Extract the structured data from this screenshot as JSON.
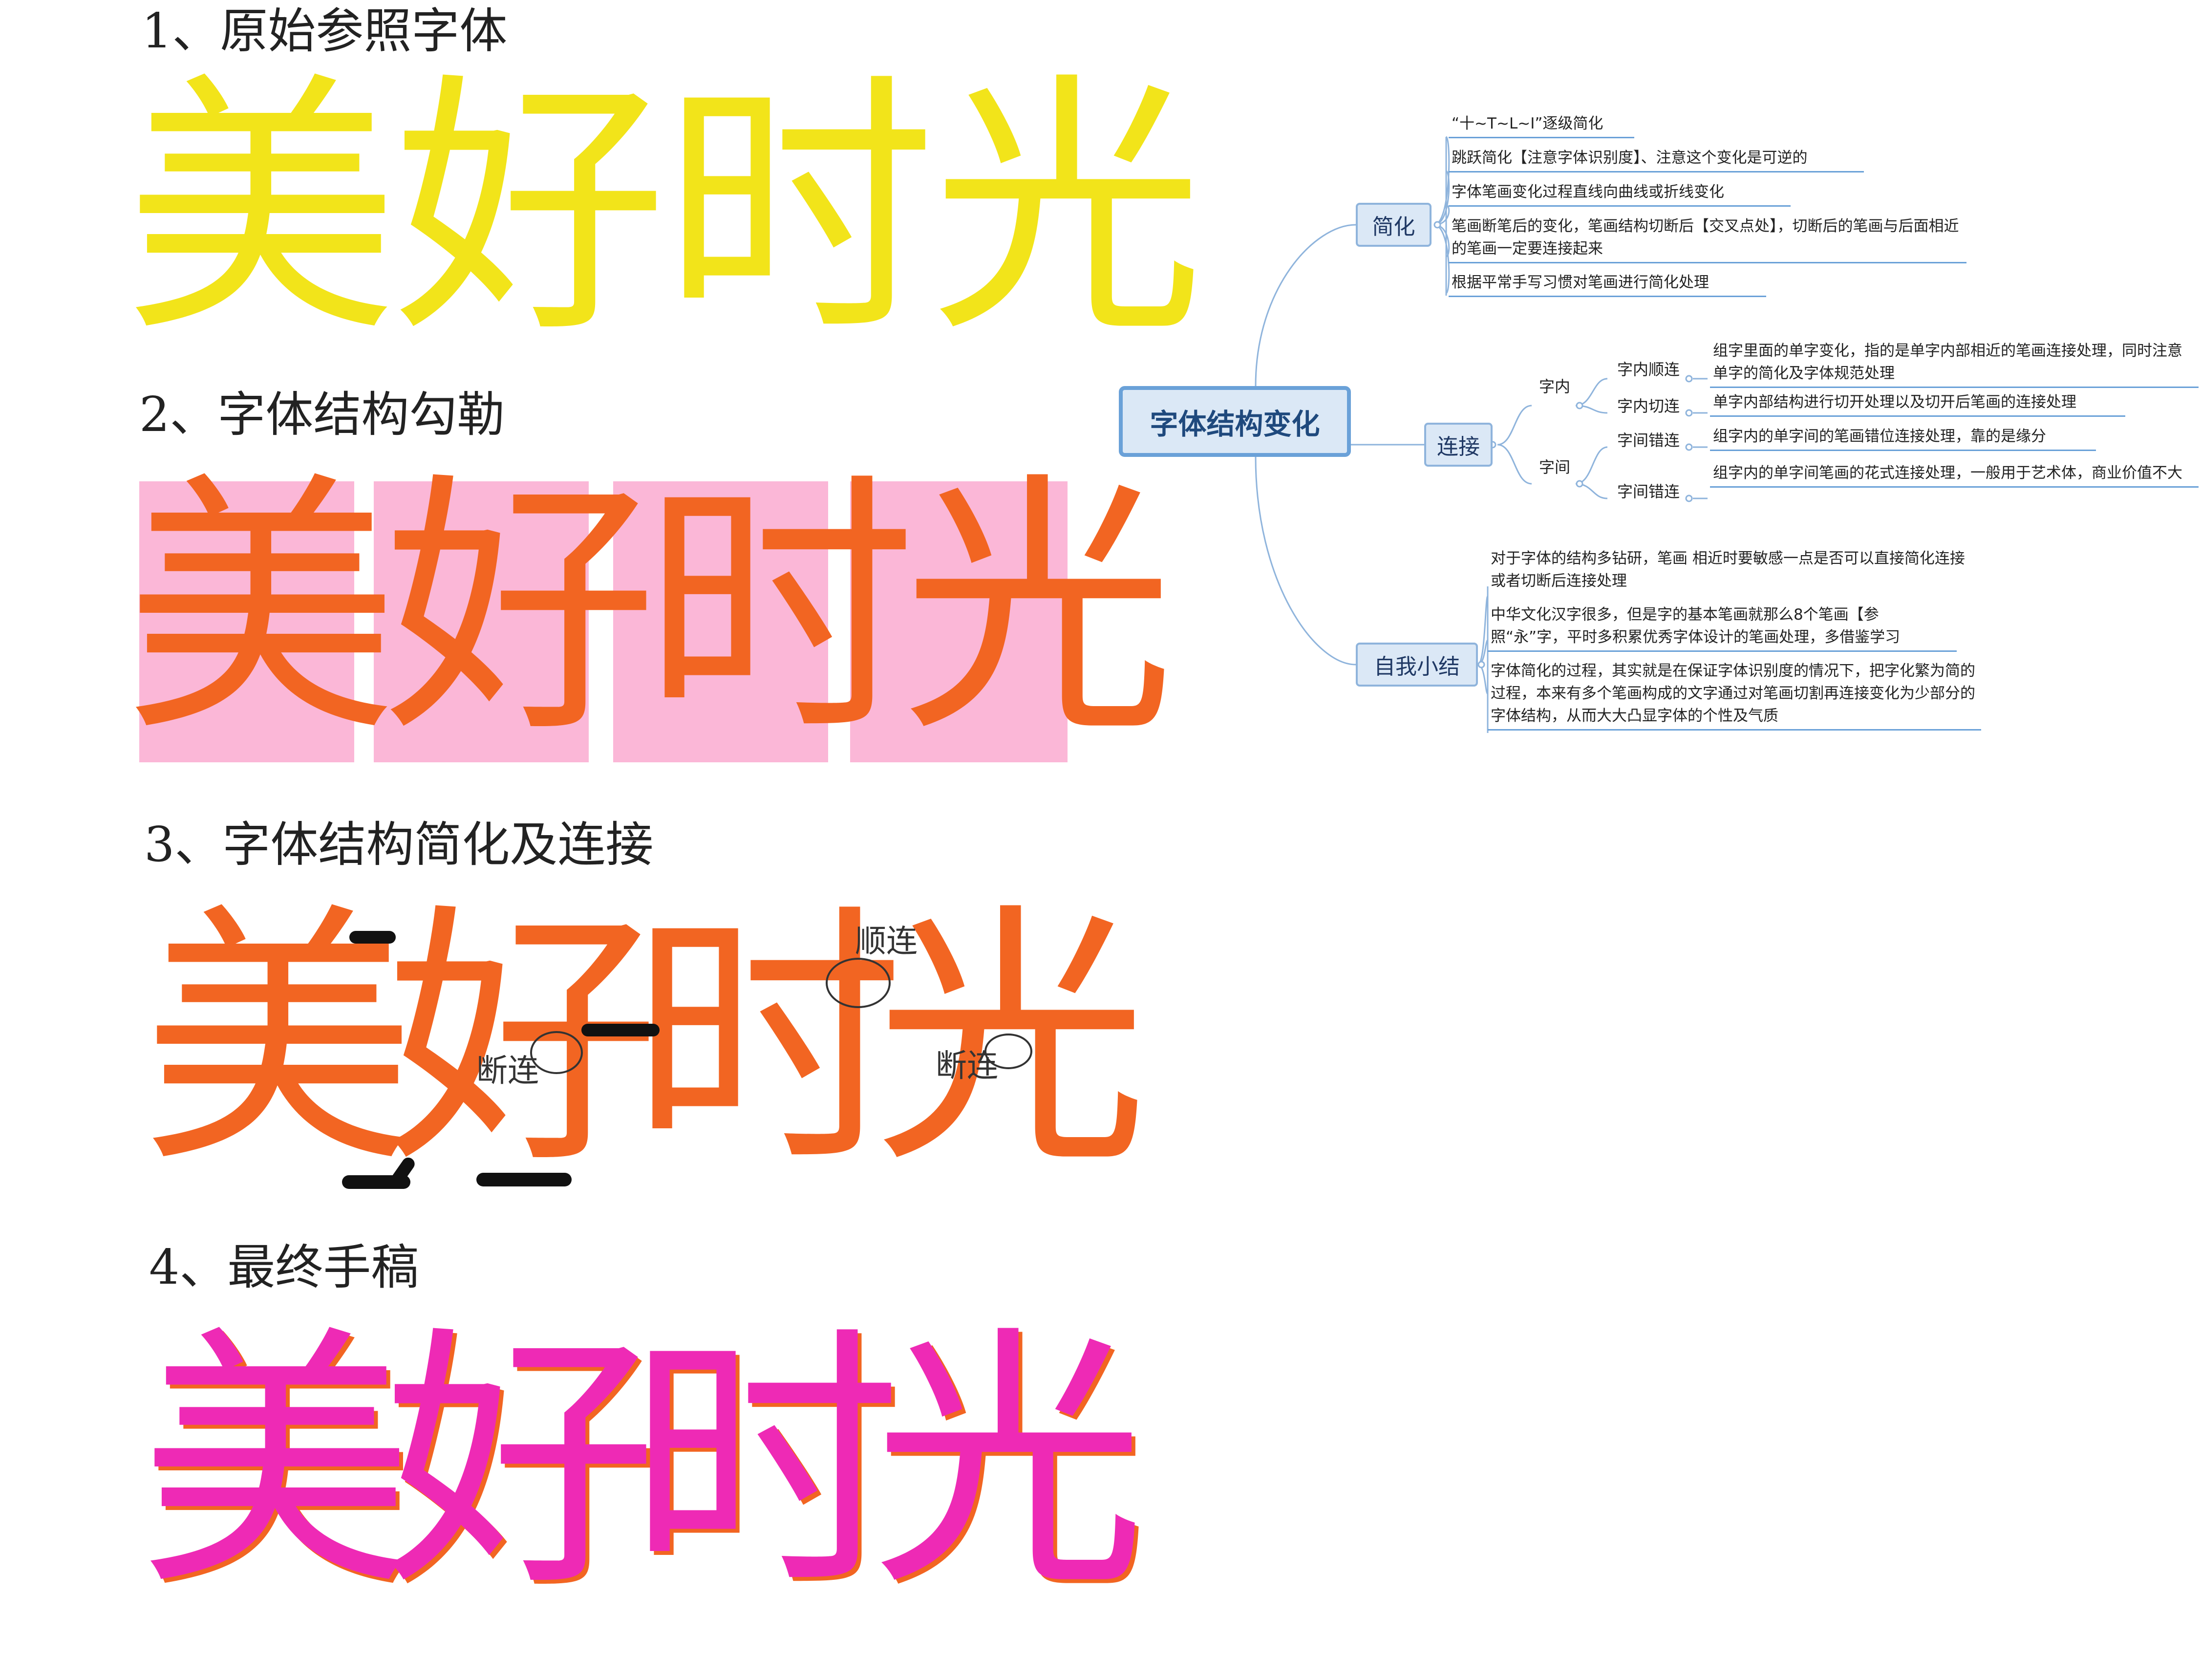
{
  "sections": [
    {
      "title": "1、原始参照字体",
      "word": "美好时光",
      "color": "#f2e41a"
    },
    {
      "title": "2、字体结构勾勒",
      "word": "美好时光",
      "color": "#f26522",
      "box_color": "#fbb7d7"
    },
    {
      "title": "3、字体结构简化及连接",
      "word": "美好时光",
      "color": "#f26522"
    },
    {
      "title": "4、最终手稿",
      "word": "美好时光",
      "color": "#ee2ab5"
    }
  ],
  "annotations": {
    "shunlian": "顺连",
    "duanlian_1": "断连",
    "duanlian_2": "断连"
  },
  "mindmap": {
    "root": "字体结构变化",
    "branches": [
      {
        "label": "简化",
        "leaves": [
          "“十~T~L~I”逐级简化",
          "跳跃简化【注意字体识别度】、注意这个变化是可逆的",
          "字体笔画变化过程直线向曲线或折线变化",
          "笔画断笔后的变化，笔画结构切断后【交叉点处】，切断后的笔画与后面相近的笔画一定要连接起来",
          "根据平常手写习惯对笔画进行简化处理"
        ]
      },
      {
        "label": "连接",
        "children": [
          {
            "label": "字内",
            "items": [
              {
                "label": "字内顺连",
                "text": "组字里面的单字变化，指的是单字内部相近的笔画连接处理，同时注意单字的简化及字体规范处理"
              },
              {
                "label": "字内切连",
                "text": "单字内部结构进行切开处理以及切开后笔画的连接处理"
              }
            ]
          },
          {
            "label": "字间",
            "items": [
              {
                "label": "字间错连",
                "text": "组字内的单字间的笔画错位连接处理，靠的是缘分"
              },
              {
                "label": "字间错连",
                "text": "组字内的单字间笔画的花式连接处理，一般用于艺术体，商业价值不大"
              }
            ]
          }
        ]
      },
      {
        "label": "自我小结",
        "leaves": [
          "对于字体的结构多钻研，笔画 相近时要敏感一点是否可以直接简化连接或者切断后连接处理",
          "中华文化汉字很多，但是字的基本笔画就那么8个笔画【参照“永”字，平时多积累优秀字体设计的笔画处理，多借鉴学习",
          "字体简化的过程，其实就是在保证字体识别度的情况下，把字化繁为简的过程，本来有多个笔画构成的文字通过对笔画切割再连接变化为少部分的字体结构，从而大大凸显字体的个性及气质"
        ]
      }
    ]
  }
}
